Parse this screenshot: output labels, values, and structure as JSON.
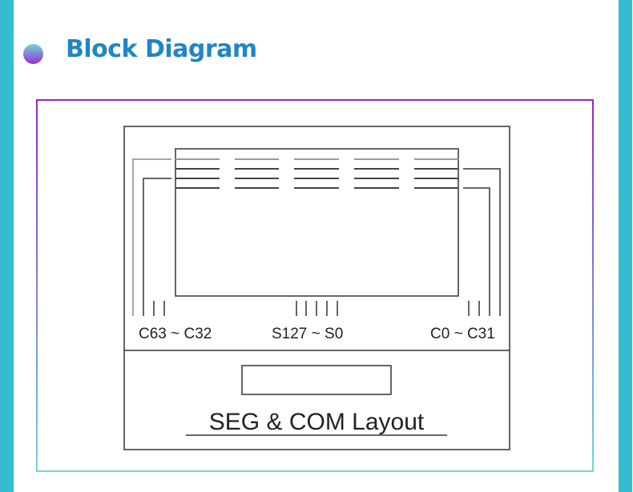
{
  "header": {
    "title": "Block Diagram"
  },
  "diagram": {
    "labels": {
      "left": "C63 ~ C32",
      "center": "S127 ~ S0",
      "right": "C0 ~ C31"
    },
    "caption": "SEG & COM Layout"
  }
}
